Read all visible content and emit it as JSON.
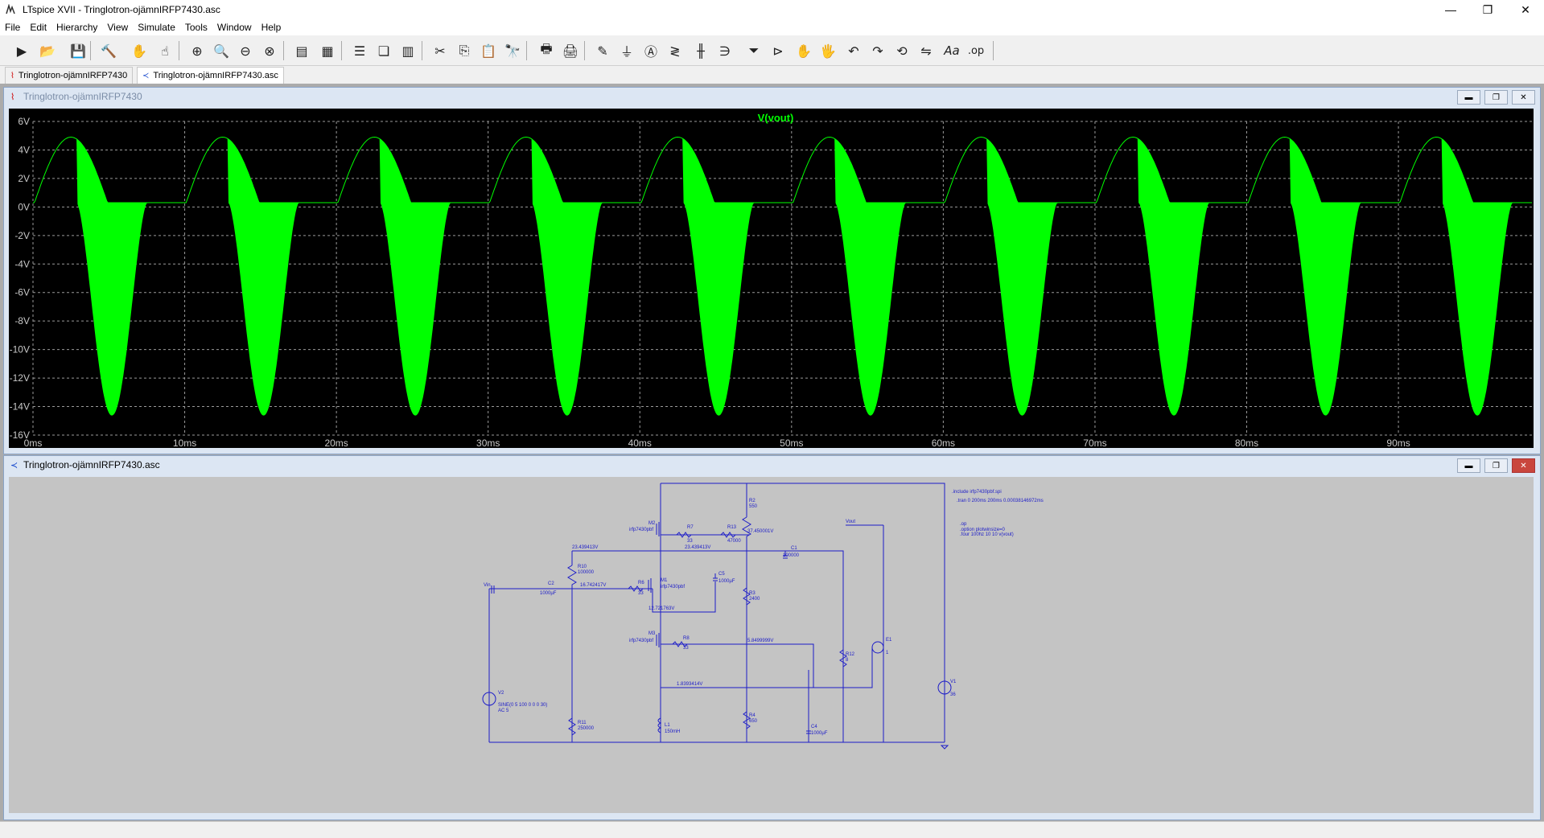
{
  "window": {
    "title": "LTspice XVII - Tringlotron-ojämnIRFP7430.asc",
    "minimize": "—",
    "maximize": "❐",
    "close": "✕"
  },
  "menu": [
    "File",
    "Edit",
    "Hierarchy",
    "View",
    "Simulate",
    "Tools",
    "Window",
    "Help"
  ],
  "toolbar_icons": [
    "run-icon",
    "open-icon",
    "save-icon",
    "control-panel-icon",
    "halt-icon",
    "pan-icon",
    "zoom-in-icon",
    "zoom-area-icon",
    "zoom-out-icon",
    "zoom-fit-icon",
    "autorange-icon",
    "marks-icon",
    "tile-horizontal-icon",
    "cascade-icon",
    "tile-vertical-icon",
    "cut-icon",
    "copy-icon",
    "paste-icon",
    "find-icon",
    "print-icon",
    "print-setup-icon",
    "draw-wire-icon",
    "ground-icon",
    "label-net-icon",
    "resistor-icon",
    "capacitor-icon",
    "inductor-icon",
    "diode-icon",
    "component-icon",
    "move-icon",
    "drag-icon",
    "undo-icon",
    "redo-icon",
    "rotate-icon",
    "mirror-icon",
    "text-icon",
    "spice-directive-icon"
  ],
  "tabs": [
    {
      "label": "Tringlotron-ojämnIRFP7430",
      "active": false
    },
    {
      "label": "Tringlotron-ojämnIRFP7430.asc",
      "active": true
    }
  ],
  "waveform_window": {
    "title": "Tringlotron-ojämnIRFP7430",
    "trace_label": "V(vout)",
    "trace_color": "#00ff00"
  },
  "schematic_window": {
    "title": "Tringlotron-ojämnIRFP7430.asc",
    "directives": [
      ".include irfp7430pbf.spi",
      ".tran 0 200ms 200ms 0.00038146972ms",
      ".op",
      ".option plotwinsize=0",
      ".four 100hz 10 10 v(vout)"
    ],
    "nets": {
      "vin": "Vin",
      "vout": "Vout",
      "n1": "23.439413V",
      "n2": "23.439413V",
      "n3": "16.742417V",
      "n4": "12.721763V",
      "n5": "37.450001V",
      "n6": "5.8499999V",
      "n7": "1.8393414V"
    },
    "components": {
      "M2": {
        "ref": "M2",
        "value": "irfp7430pbf"
      },
      "M1": {
        "ref": "M1",
        "value": "irfp7430pbf"
      },
      "M3": {
        "ref": "M3",
        "value": "irfp7430pbf"
      },
      "R2": {
        "ref": "R2",
        "value": "550"
      },
      "R7": {
        "ref": "R7",
        "value": "33"
      },
      "R13": {
        "ref": "R13",
        "value": "47000"
      },
      "C1": {
        "ref": "C1",
        "value": "100000"
      },
      "R10": {
        "ref": "R10",
        "value": "100000"
      },
      "C5": {
        "ref": "C5",
        "value": "1000µF"
      },
      "C2": {
        "ref": "C2",
        "value": "1000µF"
      },
      "R6": {
        "ref": "R6",
        "value": "33"
      },
      "R3": {
        "ref": "R3",
        "value": "2400"
      },
      "R8": {
        "ref": "R8",
        "value": "33"
      },
      "R12": {
        "ref": "R12",
        "value": "8"
      },
      "E1": {
        "ref": "E1",
        "value": "1"
      },
      "V1": {
        "ref": "V1",
        "value": "36"
      },
      "V2": {
        "ref": "V2",
        "value": "SINE(0 5 100 0 0 0 30)",
        "ac": "AC 5"
      },
      "R11": {
        "ref": "R11",
        "value": "250000"
      },
      "L1": {
        "ref": "L1",
        "value": "150mH"
      },
      "R4": {
        "ref": "R4",
        "value": "650"
      },
      "C4": {
        "ref": "C4",
        "value": "1000µF"
      }
    }
  },
  "chart_data": {
    "type": "line",
    "title": "V(vout)",
    "xlabel": "",
    "ylabel": "",
    "xlim": [
      0,
      100
    ],
    "ylim": [
      -16,
      6
    ],
    "x_ticks": [
      "0ms",
      "10ms",
      "20ms",
      "30ms",
      "40ms",
      "50ms",
      "60ms",
      "70ms",
      "80ms",
      "90ms"
    ],
    "y_ticks": [
      "6V",
      "4V",
      "2V",
      "0V",
      "-2V",
      "-4V",
      "-6V",
      "-8V",
      "-10V",
      "-12V",
      "-14V",
      "-16V"
    ],
    "grid": true,
    "series": [
      {
        "period_ms": 10,
        "peak_positive_V": 4.9,
        "peak_negative_V": -14.6,
        "band_upper_V": 0.3,
        "color": "#00ff00"
      }
    ]
  }
}
